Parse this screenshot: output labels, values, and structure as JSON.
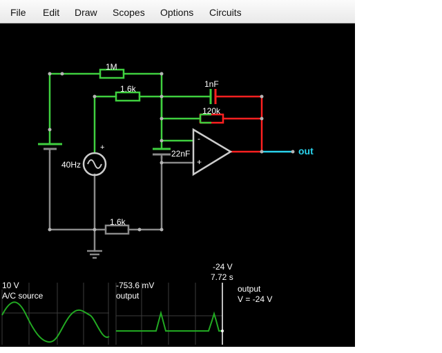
{
  "menu": {
    "file": "File",
    "edit": "Edit",
    "draw": "Draw",
    "scopes": "Scopes",
    "options": "Options",
    "circuits": "Circuits"
  },
  "circuit": {
    "r_top": "1M",
    "r_input": "1.6k",
    "cap_feedback": "1nF",
    "r_feedback": "120k",
    "cap_ground": "22nF",
    "source_freq": "40Hz",
    "r_bottom": "1.6k",
    "plus_source": "+",
    "opamp_minus": "-",
    "opamp_plus": "+",
    "output_label": "out"
  },
  "scopes": {
    "scope1": {
      "value": "10 V",
      "name": "A/C source"
    },
    "scope2": {
      "value": "-753.6 mV",
      "name": "output"
    },
    "scope2_top_value": "-24 V",
    "time": "7.72 s",
    "info_name": "output",
    "info_value": "V = -24 V"
  },
  "colors": {
    "wire_positive": "#3fd03f",
    "wire_neutral": "#888888",
    "wire_negative": "#ff2020",
    "output_wire": "#2ad4ee",
    "scope_trace": "#22aa22",
    "grid": "#3c3c3c"
  }
}
